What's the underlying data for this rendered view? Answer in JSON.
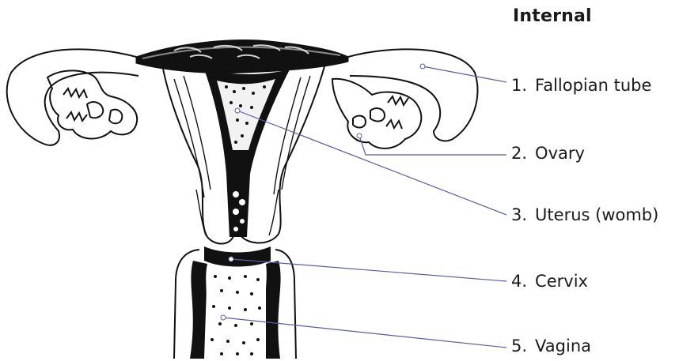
{
  "heading": "Internal",
  "labels": [
    {
      "num": "1.",
      "text": "Fallopian tube"
    },
    {
      "num": "2.",
      "text": "Ovary"
    },
    {
      "num": "3.",
      "text": "Uterus (womb)"
    },
    {
      "num": "4.",
      "text": "Cervix"
    },
    {
      "num": "5.",
      "text": "Vagina"
    }
  ],
  "colors": {
    "leader_line": "#5b5ba8",
    "ink": "#111111"
  }
}
